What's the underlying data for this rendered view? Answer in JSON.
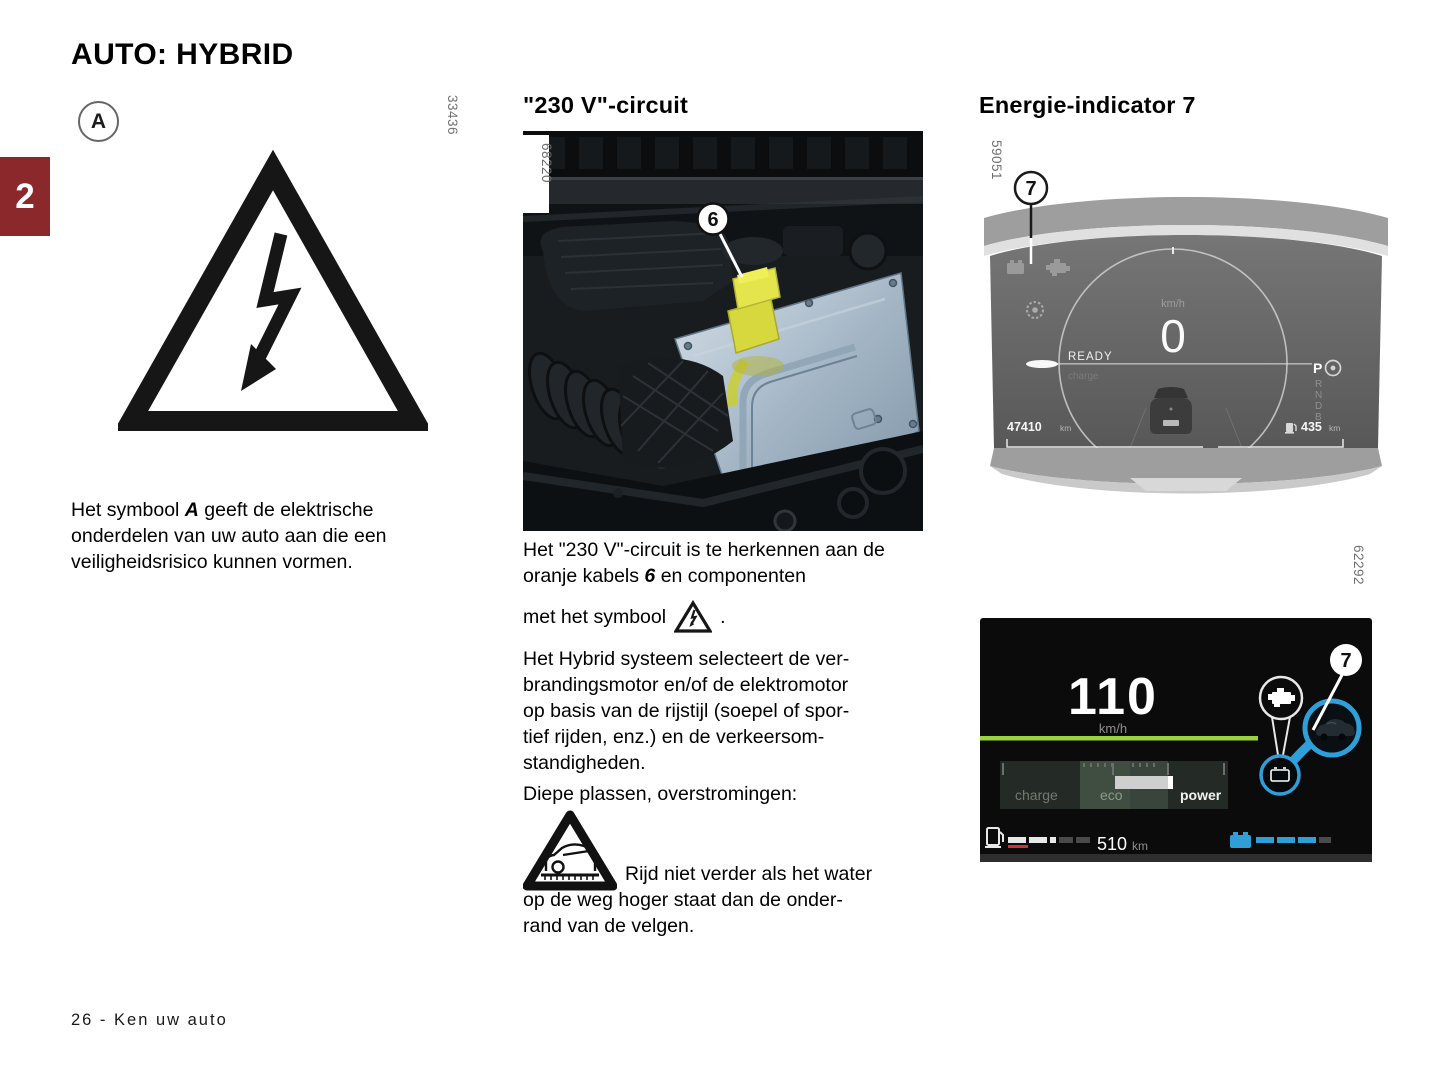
{
  "page": {
    "title": "AUTO: HYBRID",
    "chapter_tab": "2",
    "footer": "26 - Ken uw auto"
  },
  "left": {
    "marker": "A",
    "figure_number": "33436",
    "caption_pre": "Het symbool ",
    "caption_ref": "A",
    "caption_post": " geeft de elektrische onderdelen van uw auto aan die een veiligheidsrisico kunnen vormen."
  },
  "middle": {
    "heading": "\"230 V\"-circuit",
    "figure_number": "68220",
    "callout": "6",
    "p1_pre": "Het \"230 V\"-circuit is te herkennen aan de oranje kabels ",
    "p1_ref": "6",
    "p1_post": " en componenten",
    "p2_pre": "met het symbool",
    "p2_post": ".",
    "p3": "Het Hybrid systeem selecteert de ver-\nbrandingsmotor en/of de elektromotor\nop basis van de rijstijl (soepel of spor-\ntief rijden, enz.) en de verkeersom-\nstandigheden.",
    "p4": "Diepe plassen, overstromingen:",
    "p5": "Rijd niet verder als het water\nop de weg hoger staat dan de onder-\nrand van de velgen."
  },
  "right": {
    "heading": "Energie-indicator 7",
    "figure1_number": "59051",
    "figure2_number": "62292",
    "callout": "7",
    "cluster1": {
      "speed": "0",
      "unit": "km/h",
      "ready": "READY",
      "charge_faint": "charge",
      "odometer_value": "47410",
      "odometer_unit": "km",
      "range_value": "435",
      "range_unit": "km",
      "gear_selected": "P",
      "gear_r": "R",
      "gear_n": "N",
      "gear_d": "D",
      "gear_b": "B"
    },
    "cluster2": {
      "speed": "110",
      "unit": "km/h",
      "label_charge": "charge",
      "label_eco": "eco",
      "label_power": "power",
      "range_value": "510",
      "range_unit": "km",
      "callout": "7"
    }
  },
  "colors": {
    "chapter_red": "#8b282c",
    "hybrid_blue": "#2f9fd9",
    "eco_green": "#9cd23c",
    "connector_yellow": "#dede3e"
  }
}
